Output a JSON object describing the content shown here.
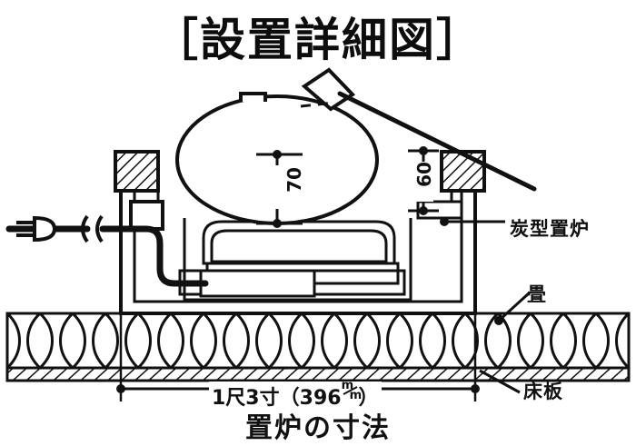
{
  "page": {
    "title": "［設置詳細図］",
    "caption": "置炉の寸法",
    "background_color": "#ffffff",
    "ink_color": "#111111"
  },
  "labels": {
    "hearth": "炭型置炉",
    "tatami": "畳",
    "floorboard": "床板"
  },
  "dimensions": {
    "kettle_height": "70",
    "rim_height": "60",
    "width_traditional": "1尺3寸",
    "width_metric_value": "396",
    "width_metric_unit_top": "m",
    "width_metric_unit_bottom": "m",
    "width_full": "1尺3寸（396㎜）",
    "width_paren_open": "（",
    "width_paren_close": "）"
  },
  "parts": {
    "kettle": "kettle-ellipse",
    "kettle_lid_knob": "kettle-lid-knob",
    "kettle_lid_tilted": "kettle-lid-tilted",
    "kettle_bail_handle": "kettle-bail-handle",
    "hearth_body": "hearth-body-outline",
    "rim_block_left": "hatched-rim-block-left",
    "rim_block_right": "hatched-rim-block-right",
    "heating_element": "heating-element",
    "insulation_plate": "insulation-plate",
    "base_block": "base-block",
    "junction_box": "junction-box",
    "power_cord": "power-cord",
    "power_plug": "power-plug",
    "cord_break": "cord-break-symbol",
    "tatami_layer": "tatami-mat-layer",
    "floorboard_layer": "floorboard-hatched-layer"
  }
}
